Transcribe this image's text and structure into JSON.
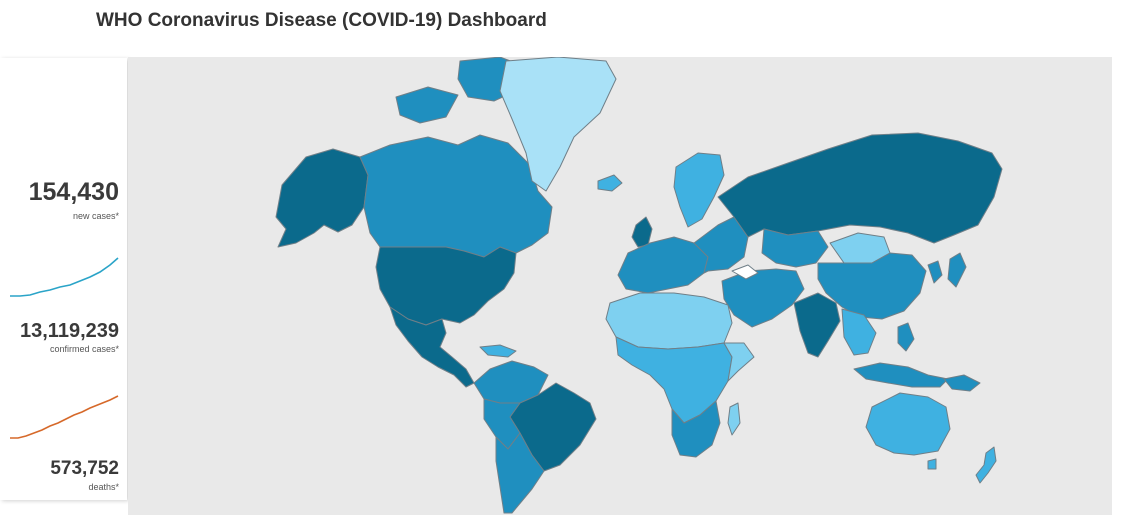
{
  "page": {
    "title": "WHO Coronavirus Disease (COVID-19) Dashboard"
  },
  "stats": {
    "new_cases": {
      "value": "154,430",
      "label": "new cases*"
    },
    "confirmed": {
      "value": "13,119,239",
      "label": "confirmed cases*"
    },
    "deaths": {
      "value": "573,752",
      "label": "deaths*"
    }
  },
  "colors": {
    "map_background": "#e9e9e9",
    "very_high": "#0b6a8c",
    "high": "#1f8fbf",
    "medium": "#3fb1e1",
    "low": "#7ed0f0",
    "very_low": "#a9e1f7",
    "new_cases_line": "#2aa4c8",
    "deaths_line": "#d6692a"
  }
}
